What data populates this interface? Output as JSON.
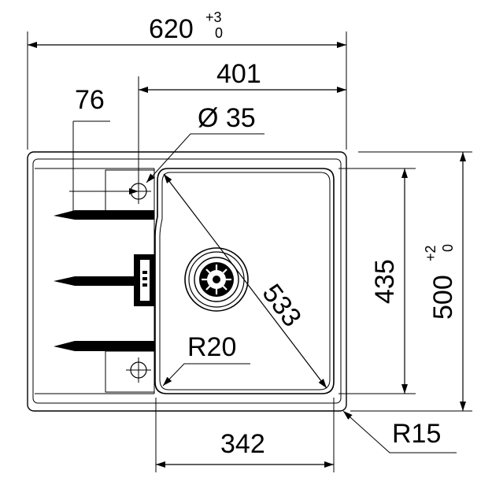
{
  "dimensions": {
    "overall_width": {
      "value": "620",
      "tol_upper": "+3",
      "tol_lower": "0"
    },
    "overall_depth": {
      "value": "500",
      "tol_upper": "+2",
      "tol_lower": "0"
    },
    "bowl_offset": "401",
    "tap_offset": "76",
    "tap_hole": "Ø 35",
    "bowl_diagonal": "533",
    "bowl_depth": "435",
    "bowl_width": "342",
    "inner_radius": "R20",
    "outer_radius": "R15"
  },
  "colors": {
    "ink": "#000000",
    "background": "#ffffff"
  }
}
